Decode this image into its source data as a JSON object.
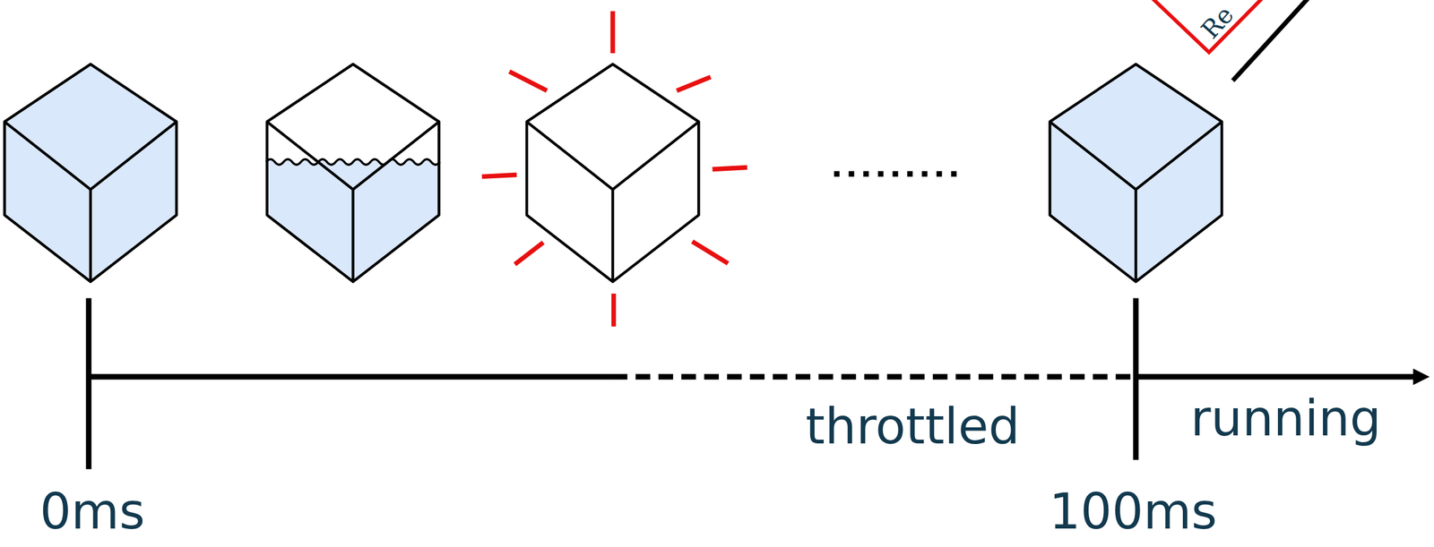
{
  "diagram": {
    "labels": [
      "Re",
      "0ms",
      "100ms",
      "throttled",
      "running"
    ]
  }
}
